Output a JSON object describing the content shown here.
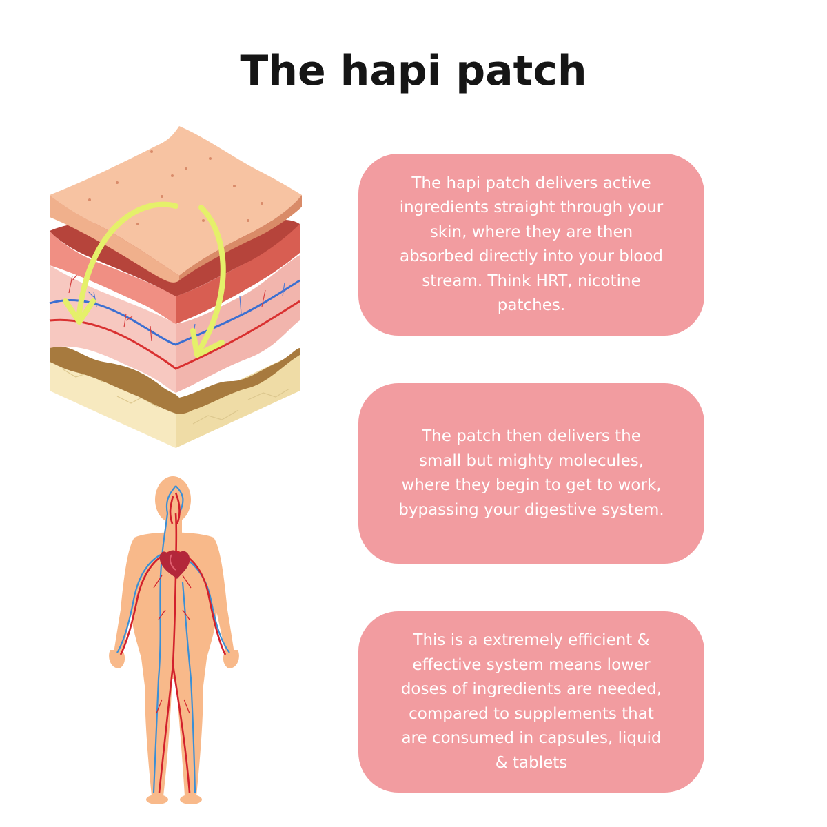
{
  "title": "The hapi patch",
  "cards": [
    {
      "text": "The hapi patch delivers active ingredients straight through your skin, where they are then absorbed directly into your blood stream. Think HRT, nicotine patches."
    },
    {
      "text": "The patch then delivers the small but mighty molecules, where they begin to get to work, bypassing your digestive system."
    },
    {
      "text": "This is a extremely efficient & effective system means lower doses of ingredients are needed, compared to supplements that are consumed in capsules, liquid & tablets"
    }
  ],
  "colors": {
    "card_background": "#f29ca0",
    "card_text": "#ffffff",
    "title_text": "#151515",
    "arrow": "#e5f06a"
  },
  "illustrations": {
    "skin": "skin-layers-cross-section",
    "body": "human-circulatory-system"
  }
}
